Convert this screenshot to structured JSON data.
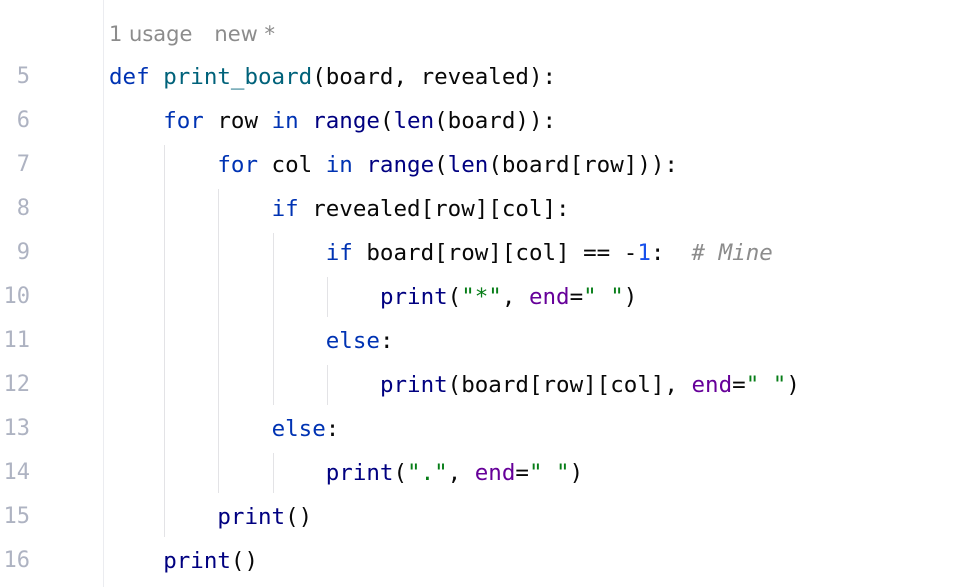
{
  "editor": {
    "inlay_hint": {
      "usages": "1 usage",
      "status": "new *"
    },
    "line_numbers": [
      "5",
      "6",
      "7",
      "8",
      "9",
      "10",
      "11",
      "12",
      "13",
      "14",
      "15",
      "16"
    ],
    "lines": [
      {
        "indent": "",
        "tokens": [
          {
            "t": "def",
            "c": "kw"
          },
          {
            "t": " ",
            "c": ""
          },
          {
            "t": "print_board",
            "c": "fn"
          },
          {
            "t": "(board, revealed):",
            "c": ""
          }
        ]
      },
      {
        "indent": "    ",
        "tokens": [
          {
            "t": "for",
            "c": "kw"
          },
          {
            "t": " row ",
            "c": ""
          },
          {
            "t": "in",
            "c": "kw"
          },
          {
            "t": " ",
            "c": ""
          },
          {
            "t": "range",
            "c": "bi"
          },
          {
            "t": "(",
            "c": ""
          },
          {
            "t": "len",
            "c": "bi"
          },
          {
            "t": "(board)):",
            "c": ""
          }
        ]
      },
      {
        "indent": "        ",
        "tokens": [
          {
            "t": "for",
            "c": "kw"
          },
          {
            "t": " col ",
            "c": ""
          },
          {
            "t": "in",
            "c": "kw"
          },
          {
            "t": " ",
            "c": ""
          },
          {
            "t": "range",
            "c": "bi"
          },
          {
            "t": "(",
            "c": ""
          },
          {
            "t": "len",
            "c": "bi"
          },
          {
            "t": "(board[row])):",
            "c": ""
          }
        ]
      },
      {
        "indent": "            ",
        "tokens": [
          {
            "t": "if",
            "c": "kw"
          },
          {
            "t": " revealed[row][col]:",
            "c": ""
          }
        ]
      },
      {
        "indent": "                ",
        "tokens": [
          {
            "t": "if",
            "c": "kw"
          },
          {
            "t": " board[row][col] == -",
            "c": ""
          },
          {
            "t": "1",
            "c": "num"
          },
          {
            "t": ":  ",
            "c": ""
          },
          {
            "t": "# Mine",
            "c": "cmt"
          }
        ]
      },
      {
        "indent": "                    ",
        "tokens": [
          {
            "t": "print",
            "c": "bi"
          },
          {
            "t": "(",
            "c": ""
          },
          {
            "t": "\"*\"",
            "c": "str"
          },
          {
            "t": ", ",
            "c": ""
          },
          {
            "t": "end",
            "c": "kwarg"
          },
          {
            "t": "=",
            "c": ""
          },
          {
            "t": "\" \"",
            "c": "str"
          },
          {
            "t": ")",
            "c": ""
          }
        ]
      },
      {
        "indent": "                ",
        "tokens": [
          {
            "t": "else",
            "c": "kw"
          },
          {
            "t": ":",
            "c": ""
          }
        ]
      },
      {
        "indent": "                    ",
        "tokens": [
          {
            "t": "print",
            "c": "bi"
          },
          {
            "t": "(board[row][col], ",
            "c": ""
          },
          {
            "t": "end",
            "c": "kwarg"
          },
          {
            "t": "=",
            "c": ""
          },
          {
            "t": "\" \"",
            "c": "str"
          },
          {
            "t": ")",
            "c": ""
          }
        ]
      },
      {
        "indent": "            ",
        "tokens": [
          {
            "t": "else",
            "c": "kw"
          },
          {
            "t": ":",
            "c": ""
          }
        ]
      },
      {
        "indent": "                ",
        "tokens": [
          {
            "t": "print",
            "c": "bi"
          },
          {
            "t": "(",
            "c": ""
          },
          {
            "t": "\".\"",
            "c": "str"
          },
          {
            "t": ", ",
            "c": ""
          },
          {
            "t": "end",
            "c": "kwarg"
          },
          {
            "t": "=",
            "c": ""
          },
          {
            "t": "\" \"",
            "c": "str"
          },
          {
            "t": ")",
            "c": ""
          }
        ]
      },
      {
        "indent": "        ",
        "tokens": [
          {
            "t": "print",
            "c": "bi"
          },
          {
            "t": "()",
            "c": ""
          }
        ]
      },
      {
        "indent": "    ",
        "tokens": [
          {
            "t": "print",
            "c": "bi"
          },
          {
            "t": "()",
            "c": ""
          }
        ]
      }
    ]
  },
  "colors": {
    "keyword": "#0033b3",
    "function_name": "#00627a",
    "builtin": "#000080",
    "number": "#1750eb",
    "string": "#067d17",
    "keyword_argument": "#660099",
    "comment": "#8c8c8c",
    "line_number": "#aeb3c2"
  }
}
